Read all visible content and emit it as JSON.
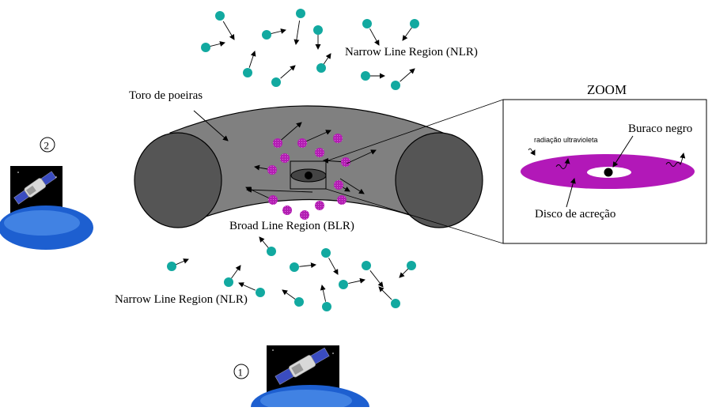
{
  "labels": {
    "nlr_top": "Narrow Line Region (NLR)",
    "nlr_bottom": "Narrow Line Region (NLR)",
    "torus": "Toro de poeiras",
    "blr": "Broad Line Region (BLR)",
    "zoom_title": "ZOOM",
    "black_hole": "Buraco negro",
    "uv_radiation": "radiação ultravioleta",
    "accretion_disk": "Disco de acreção"
  },
  "observers": [
    {
      "number": "1",
      "icon": "satellite-icon"
    },
    {
      "number": "2",
      "icon": "satellite-icon"
    }
  ],
  "colors": {
    "nlr_cloud": "#12a9a0",
    "blr_cloud": "#b21fb2",
    "torus": "#808080",
    "torus_dark": "#555555",
    "accretion_disk": "#b218b8",
    "sky": "#000000",
    "earth": "#1d5fd0"
  }
}
